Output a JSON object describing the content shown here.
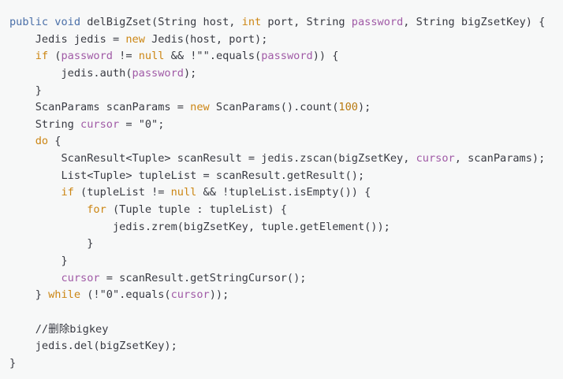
{
  "theme": {
    "background": "#f7f8f8",
    "text": "#383a42"
  },
  "syntax_colors": {
    "modifier": "#4a6fa8",
    "keyword": "#cc8614",
    "variable": "#a05aa6",
    "number": "#b8790f"
  },
  "code": {
    "lines": [
      {
        "tokens": [
          {
            "text": "public void",
            "color": "#4a6fa8"
          },
          {
            "text": " delBigZset(String host, "
          },
          {
            "text": "int",
            "color": "#cc8614"
          },
          {
            "text": " port, String "
          },
          {
            "text": "password",
            "color": "#a05aa6"
          },
          {
            "text": ", String bigZsetKey) {"
          }
        ]
      },
      {
        "tokens": [
          {
            "text": "    Jedis jedis = "
          },
          {
            "text": "new",
            "color": "#cc8614"
          },
          {
            "text": " Jedis(host, port);"
          }
        ]
      },
      {
        "tokens": [
          {
            "text": "    "
          },
          {
            "text": "if",
            "color": "#cc8614"
          },
          {
            "text": " ("
          },
          {
            "text": "password",
            "color": "#a05aa6"
          },
          {
            "text": " != "
          },
          {
            "text": "null",
            "color": "#cc8614"
          },
          {
            "text": " && !\"\".equals("
          },
          {
            "text": "password",
            "color": "#a05aa6"
          },
          {
            "text": ")) {"
          }
        ]
      },
      {
        "tokens": [
          {
            "text": "        jedis.auth("
          },
          {
            "text": "password",
            "color": "#a05aa6"
          },
          {
            "text": ");"
          }
        ]
      },
      {
        "tokens": [
          {
            "text": "    }"
          }
        ]
      },
      {
        "tokens": [
          {
            "text": "    ScanParams scanParams = "
          },
          {
            "text": "new",
            "color": "#cc8614"
          },
          {
            "text": " ScanParams().count("
          },
          {
            "text": "100",
            "color": "#b8790f"
          },
          {
            "text": ");"
          }
        ]
      },
      {
        "tokens": [
          {
            "text": "    String "
          },
          {
            "text": "cursor",
            "color": "#a05aa6"
          },
          {
            "text": " = \"0\";"
          }
        ]
      },
      {
        "tokens": [
          {
            "text": "    "
          },
          {
            "text": "do",
            "color": "#cc8614"
          },
          {
            "text": " {"
          }
        ]
      },
      {
        "tokens": [
          {
            "text": "        ScanResult<Tuple> scanResult = jedis.zscan(bigZsetKey, "
          },
          {
            "text": "cursor",
            "color": "#a05aa6"
          },
          {
            "text": ", scanParams);"
          }
        ]
      },
      {
        "tokens": [
          {
            "text": "        List<Tuple> tupleList = scanResult.getResult();"
          }
        ]
      },
      {
        "tokens": [
          {
            "text": "        "
          },
          {
            "text": "if",
            "color": "#cc8614"
          },
          {
            "text": " (tupleList != "
          },
          {
            "text": "null",
            "color": "#cc8614"
          },
          {
            "text": " && !tupleList.isEmpty()) {"
          }
        ]
      },
      {
        "tokens": [
          {
            "text": "            "
          },
          {
            "text": "for",
            "color": "#cc8614"
          },
          {
            "text": " (Tuple tuple : tupleList) {"
          }
        ]
      },
      {
        "tokens": [
          {
            "text": "                jedis.zrem(bigZsetKey, tuple.getElement());"
          }
        ]
      },
      {
        "tokens": [
          {
            "text": "            }"
          }
        ]
      },
      {
        "tokens": [
          {
            "text": "        }"
          }
        ]
      },
      {
        "tokens": [
          {
            "text": "        "
          },
          {
            "text": "cursor",
            "color": "#a05aa6"
          },
          {
            "text": " = scanResult.getStringCursor();"
          }
        ]
      },
      {
        "tokens": [
          {
            "text": "    } "
          },
          {
            "text": "while",
            "color": "#cc8614"
          },
          {
            "text": " (!\"0\".equals("
          },
          {
            "text": "cursor",
            "color": "#a05aa6"
          },
          {
            "text": "));"
          }
        ]
      },
      {
        "tokens": []
      },
      {
        "tokens": [
          {
            "text": "    //删除bigkey"
          }
        ]
      },
      {
        "tokens": [
          {
            "text": "    jedis.del(bigZsetKey);"
          }
        ]
      },
      {
        "tokens": [
          {
            "text": "}"
          }
        ]
      }
    ]
  }
}
